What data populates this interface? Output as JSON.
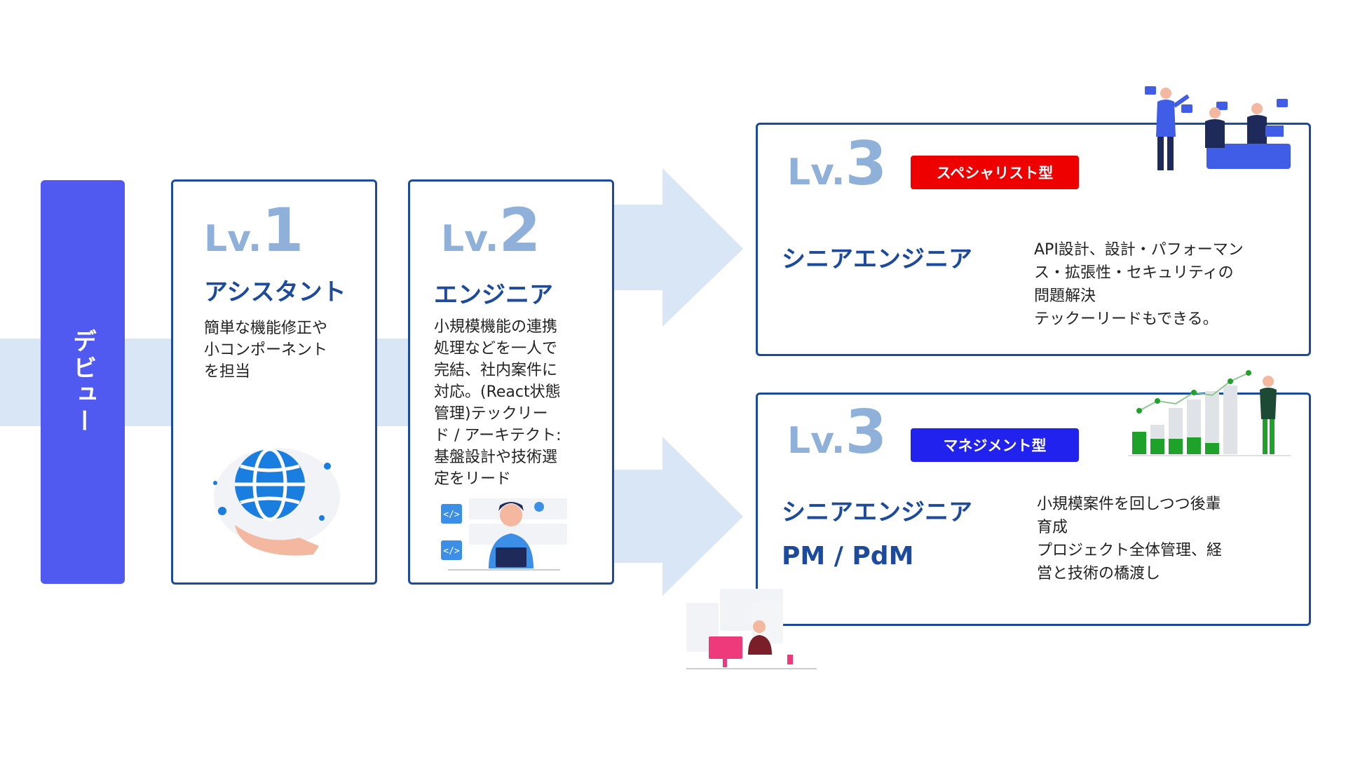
{
  "debut": {
    "label": "デビュー"
  },
  "levels": [
    {
      "prefix": "Lv.",
      "num": "1",
      "title": "アシスタント",
      "desc": "簡単な機能修正や\n小コンポーネント\nを担当"
    },
    {
      "prefix": "Lv.",
      "num": "2",
      "title": "エンジニア",
      "desc": "小規模機能の連携\n処理などを一人で\n完結、社内案件に\n対応。(React状態\n管理)テックリー\nド / アーキテクト:\n基盤設計や技術選\n定をリード"
    }
  ],
  "paths": [
    {
      "prefix": "Lv.",
      "num": "3",
      "badge": "スペシャリスト型",
      "badge_color": "#ee0000",
      "title": "シニアエンジニア",
      "subtitle": "",
      "desc": "API設計、設計・パフォーマン\nス・拡張性・セキュリティの\n問題解決\nテックーリードもできる。"
    },
    {
      "prefix": "Lv.",
      "num": "3",
      "badge": "マネジメント型",
      "badge_color": "#2222ee",
      "title": "シニアエンジニア",
      "subtitle": "PM / PdM",
      "desc": "小規模案件を回しつつ後輩\n育成\nプロジェクト全体管理、経\n営と技術の橋渡し"
    }
  ],
  "colors": {
    "accent": "#1c4a9c",
    "level_number": "#8fb0d8",
    "debut_bg": "#505af0",
    "flow": "#d9e6f5"
  },
  "icons": [
    "globe-hand-icon",
    "developer-laptop-icon",
    "team-discussion-icon",
    "analytics-chart-icon",
    "desk-worker-icon"
  ]
}
